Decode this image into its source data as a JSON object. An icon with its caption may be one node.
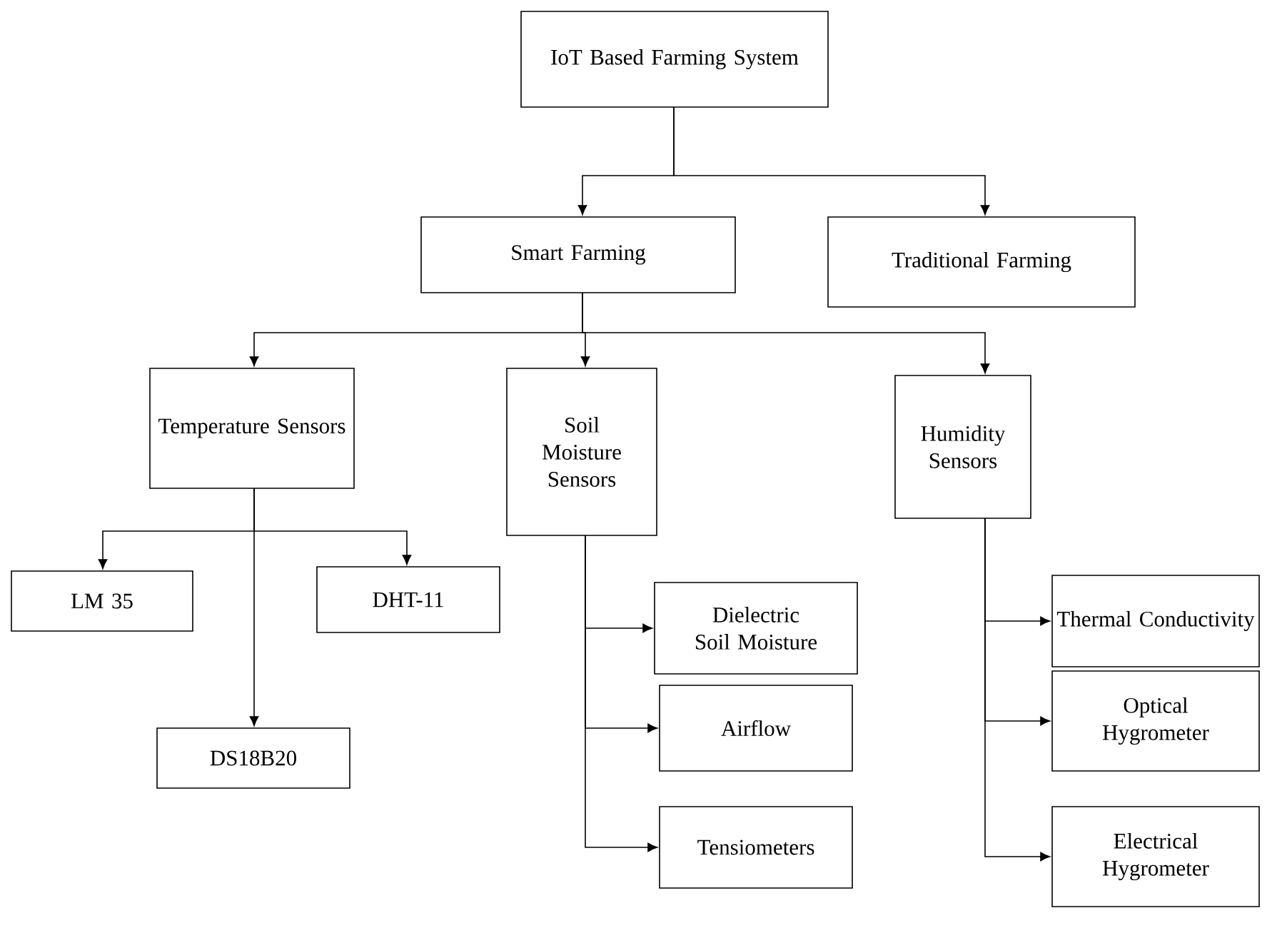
{
  "diagram": {
    "nodes": [
      {
        "text": [
          "IoT Based Farming System"
        ]
      },
      {
        "text": [
          "Smart Farming"
        ]
      },
      {
        "text": [
          "Traditional Farming"
        ]
      },
      {
        "text": [
          "Temperature Sensors"
        ]
      },
      {
        "text": [
          "Soil Moisture Sensors"
        ]
      },
      {
        "text": [
          "Humidity Sensors"
        ]
      },
      {
        "text": [
          "LM 35"
        ]
      },
      {
        "text": [
          "DS18B20"
        ]
      },
      {
        "text": [
          "DHT-11"
        ]
      },
      {
        "text": [
          "Dielectric Soil Moisture"
        ]
      },
      {
        "text": [
          "Airflow"
        ]
      },
      {
        "text": [
          "Tensiometers"
        ]
      },
      {
        "text": [
          "Thermal Conductivity"
        ]
      },
      {
        "text": [
          "Optical Hygrometer"
        ]
      },
      {
        "text": [
          "Electrical Hygrometer"
        ]
      }
    ],
    "edges": [
      {
        "from": 0,
        "to": 1,
        "arrow": "to"
      },
      {
        "from": 0,
        "to": 2,
        "arrow": "to"
      },
      {
        "from": 1,
        "to": 3,
        "arrow": "to"
      },
      {
        "from": 1,
        "to": 4,
        "arrow": "to"
      },
      {
        "from": 1,
        "to": 5,
        "arrow": "to"
      },
      {
        "from": 3,
        "to": 6,
        "arrow": "to"
      },
      {
        "from": 3,
        "to": 7,
        "arrow": "to"
      },
      {
        "from": 3,
        "to": 8,
        "arrow": "to"
      },
      {
        "from": 4,
        "to": 9,
        "arrow": "to"
      },
      {
        "from": 4,
        "to": 10,
        "arrow": "to"
      },
      {
        "from": 4,
        "to": 11,
        "arrow": "to"
      },
      {
        "from": 5,
        "to": 12,
        "arrow": "to"
      },
      {
        "from": 5,
        "to": 13,
        "arrow": "to"
      },
      {
        "from": 5,
        "to": 14,
        "arrow": "to"
      }
    ]
  }
}
